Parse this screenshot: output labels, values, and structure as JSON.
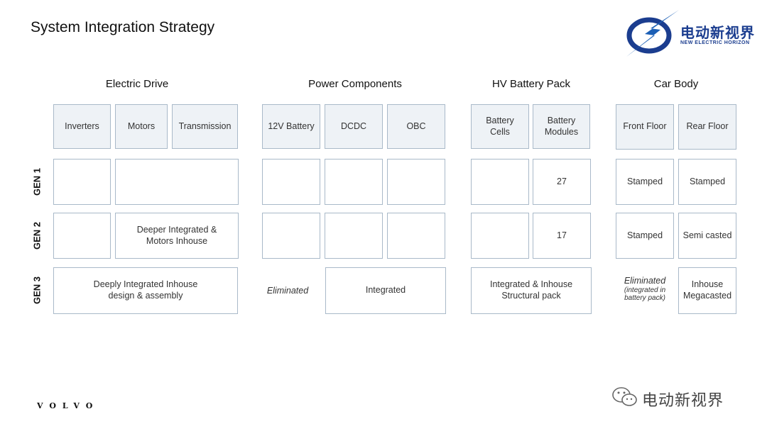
{
  "title": "System Integration Strategy",
  "logo": {
    "cn": "电动新视界",
    "en": "NEW ELECTRIC HORIZON"
  },
  "groups": {
    "electric_drive": "Electric Drive",
    "power_components": "Power Components",
    "hv_battery": "HV Battery Pack",
    "car_body": "Car Body"
  },
  "headers": {
    "inverters": "Inverters",
    "motors": "Motors",
    "transmission": "Transmission",
    "battery_12v": "12V Battery",
    "dcdc": "DCDC",
    "obc": "OBC",
    "battery_cells": "Battery Cells",
    "battery_modules": "Battery Modules",
    "front_floor": "Front Floor",
    "rear_floor": "Rear Floor"
  },
  "gens": {
    "gen1": "GEN 1",
    "gen2": "GEN 2",
    "gen3": "GEN 3"
  },
  "cells": {
    "gen1_modules": "27",
    "gen1_front": "Stamped",
    "gen1_rear": "Stamped",
    "gen2_drive": "Deeper Integrated & Motors Inhouse",
    "gen2_modules": "17",
    "gen2_front": "Stamped",
    "gen2_rear": "Semi casted",
    "gen3_drive": "Deeply Integrated Inhouse design & assembly",
    "gen3_eliminated": "Eliminated",
    "gen3_power": "Integrated",
    "gen3_battery": "Integrated & Inhouse Structural pack",
    "gen3_front_elim": "Eliminated",
    "gen3_front_note": "(integrated in battery pack)",
    "gen3_rear": "Inhouse Megacasted"
  },
  "footer": {
    "brand": "VOLVO",
    "watermark": "电动新视界"
  },
  "colors": {
    "border": "#a9b9c9",
    "header_fill": "#eef2f6",
    "logo_blue": "#1b3d8f"
  }
}
